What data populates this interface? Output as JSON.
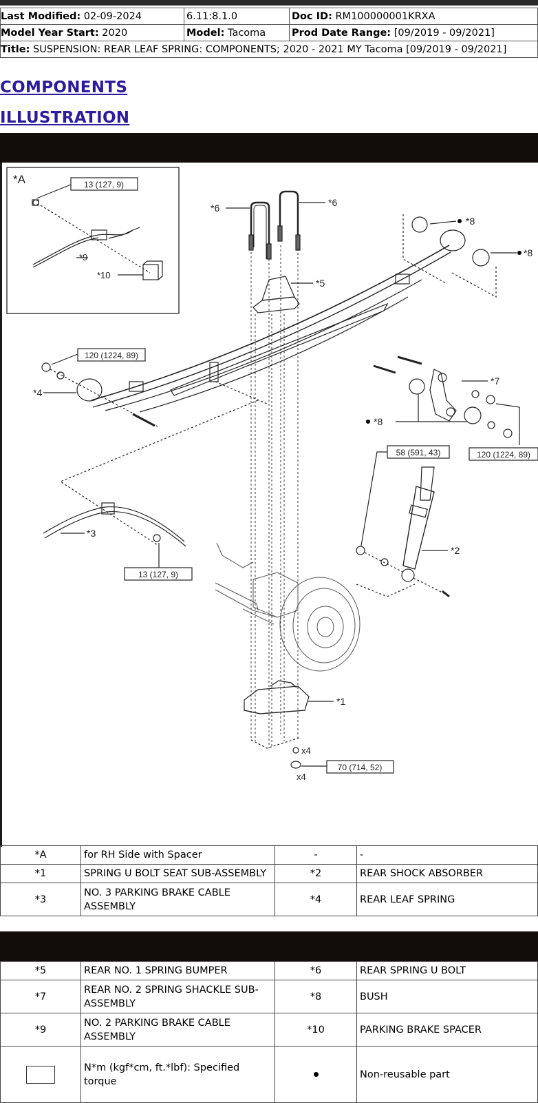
{
  "meta": {
    "last_modified_label": "Last Modified:",
    "last_modified": "02-09-2024",
    "version": "6.11:8.1.0",
    "doc_id_label": "Doc ID:",
    "doc_id": "RM100000001KRXA",
    "model_year_label": "Model Year Start:",
    "model_year": "2020",
    "model_label": "Model:",
    "model": "Tacoma",
    "prod_date_label": "Prod Date Range:",
    "prod_date": "[09/2019 - 09/2021]",
    "title_label": "Title:",
    "title": "SUSPENSION: REAR LEAF SPRING: COMPONENTS; 2020 - 2021 MY Tacoma [09/2019 - 09/2021]"
  },
  "headings": {
    "components": "COMPONENTS",
    "illustration": "ILLUSTRATION"
  },
  "illustration": {
    "inset_label": "*A",
    "callouts": {
      "c1": "*1",
      "c2": "*2",
      "c3": "*3",
      "c4": "*4",
      "c5": "*5",
      "c6a": "*6",
      "c6b": "*6",
      "c7": "*7",
      "c8a": "*8",
      "c8b": "*8",
      "c8c": "*8",
      "c9": "*9",
      "c10": "*10"
    },
    "torques": {
      "t_inset": "13 (127, 9)",
      "t_front_eye": "120 (1224, 89)",
      "t_shackle": "120 (1224, 89)",
      "t_shock_top": "58 (591, 43)",
      "t_cable": "13 (127, 9)",
      "t_ubolt_nut": "70 (714, 52)"
    },
    "qty_a": "x4",
    "qty_b": "x4"
  },
  "legend1": [
    [
      "*A",
      "for RH Side with Spacer",
      "-",
      "-"
    ],
    [
      "*1",
      "SPRING U BOLT SEAT SUB-ASSEMBLY",
      "*2",
      "REAR SHOCK ABSORBER"
    ],
    [
      "*3",
      "NO. 3 PARKING BRAKE CABLE ASSEMBLY",
      "*4",
      "REAR LEAF SPRING"
    ]
  ],
  "legend2": [
    [
      "*5",
      "REAR NO. 1 SPRING BUMPER",
      "*6",
      "REAR SPRING U BOLT"
    ],
    [
      "*7",
      "REAR NO. 2 SPRING SHACKLE SUB-ASSEMBLY",
      "*8",
      "BUSH"
    ],
    [
      "*9",
      "NO. 2 PARKING BRAKE CABLE ASSEMBLY",
      "*10",
      "PARKING BRAKE SPACER"
    ]
  ],
  "symbols": {
    "torque_desc": "N*m (kgf*cm, ft.*lbf): Specified torque",
    "nonreuse_desc": "Non-reusable part"
  }
}
